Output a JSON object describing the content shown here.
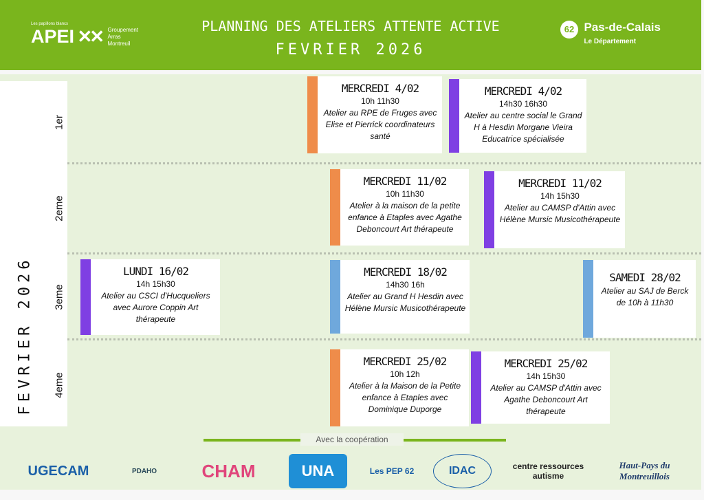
{
  "header": {
    "title": "PLANNING DES ATELIERS ATTENTE ACTIVE",
    "subtitle": "FEVRIER 2026",
    "logo_left": {
      "tagline": "Les papillons blancs",
      "name": "APEI",
      "group": [
        "Groupement",
        "Arras",
        "Montreuil"
      ]
    },
    "logo_right": {
      "number": "62",
      "name": "Pas-de-Calais",
      "sub": "Le Département"
    }
  },
  "month_label": "FEVRIER 2026",
  "weeks": [
    "1er",
    "2eme",
    "3eme",
    "4eme"
  ],
  "colors": {
    "header": "#7ab51d",
    "orange": "#ef8c4a",
    "purple": "#7f3fe3",
    "blue": "#6fa8dc",
    "bg": "#e8f2dc"
  },
  "cards": [
    {
      "day": "MERCREDI 4/02",
      "time": "10h 11h30",
      "desc": "Atelier au RPE de Fruges avec Elise et Pierrick coordinateurs santé",
      "color": "orange"
    },
    {
      "day": "MERCREDI 4/02",
      "time": "14h30 16h30",
      "desc": "Atelier au centre social le Grand H à Hesdin Morgane Vieira Educatrice spécialisée",
      "color": "purple"
    },
    {
      "day": "MERCREDI 11/02",
      "time": "10h 11h30",
      "desc": "Atelier à la maison de la petite enfance à Etaples avec Agathe Deboncourt Art thérapeute",
      "color": "orange"
    },
    {
      "day": "MERCREDI 11/02",
      "time": "14h 15h30",
      "desc": "Atelier au CAMSP d'Attin avec Hélène Mursic Musicothérapeute",
      "color": "purple"
    },
    {
      "day": "LUNDI 16/02",
      "time": "14h 15h30",
      "desc": "Atelier au CSCI d'Hucqueliers avec Aurore Coppin Art thérapeute",
      "color": "purple"
    },
    {
      "day": "MERCREDI 18/02",
      "time": "14h30 16h",
      "desc": "Atelier au Grand H Hesdin avec Hélène Mursic Musicothérapeute",
      "color": "blue"
    },
    {
      "day": "SAMEDI 28/02",
      "time": "",
      "desc": "Atelier au SAJ de Berck de 10h à 11h30",
      "color": "blue"
    },
    {
      "day": "MERCREDI 25/02",
      "time": "10h 12h",
      "desc": "Atelier à la Maison de la Petite enfance à Etaples avec Dominique Duporge",
      "color": "orange"
    },
    {
      "day": "MERCREDI 25/02",
      "time": "14h 15h30",
      "desc": "Atelier au CAMSP d'Attin avec Agathe Deboncourt Art thérapeute",
      "color": "purple"
    }
  ],
  "footer": {
    "cooperation": "Avec la coopération",
    "partners": [
      "UGECAM",
      "PDAHO",
      "CHAM",
      "UNA",
      "Les PEP 62",
      "IDAC",
      "centre ressources autisme",
      "Haut-Pays du Montreuillois"
    ]
  }
}
